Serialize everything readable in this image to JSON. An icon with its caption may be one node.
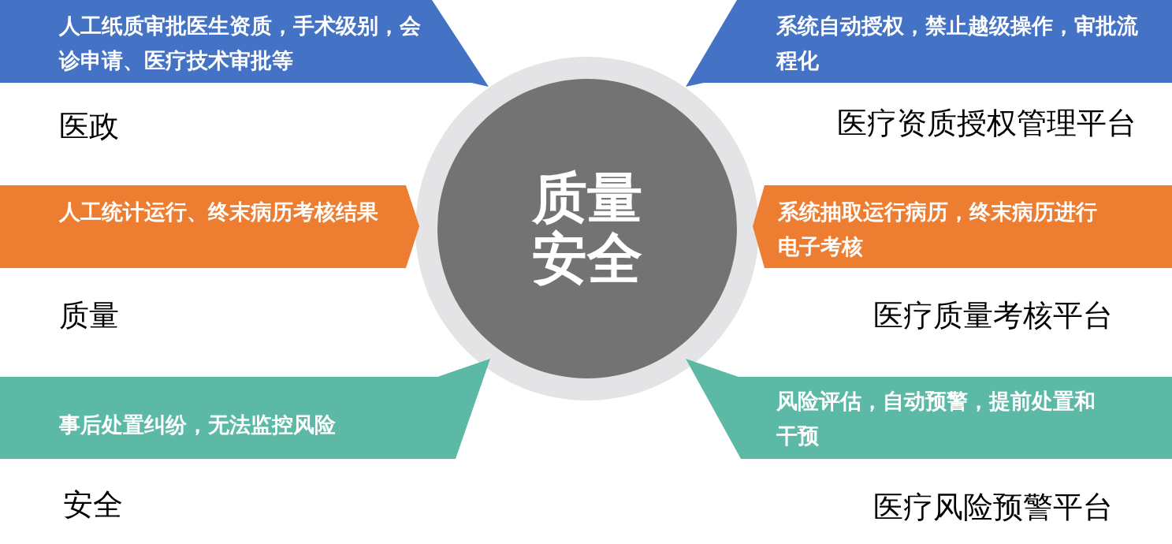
{
  "diagram": {
    "nodes": [
      {
        "text": [
          "质量安全"
        ]
      },
      {
        "text": [
          "人工纸质审批医生资质，手术级别，会诊申请、医疗技术审批等",
          "医政"
        ]
      },
      {
        "text": [
          "系统自动授权，禁止越级操作，审批流程化",
          "医疗资质授权管理平台"
        ]
      },
      {
        "text": [
          "人工统计运行、终末病历考核结果",
          "质量"
        ]
      },
      {
        "text": [
          "系统抽取运行病历，终末病历进行电子考核",
          "医疗质量考核平台"
        ]
      },
      {
        "text": [
          "事后处置纠纷，无法监控风险",
          "安全"
        ]
      },
      {
        "text": [
          "风险评估，自动预警，提前处置和干预",
          "医疗风险预警平台"
        ]
      }
    ],
    "edges": []
  }
}
